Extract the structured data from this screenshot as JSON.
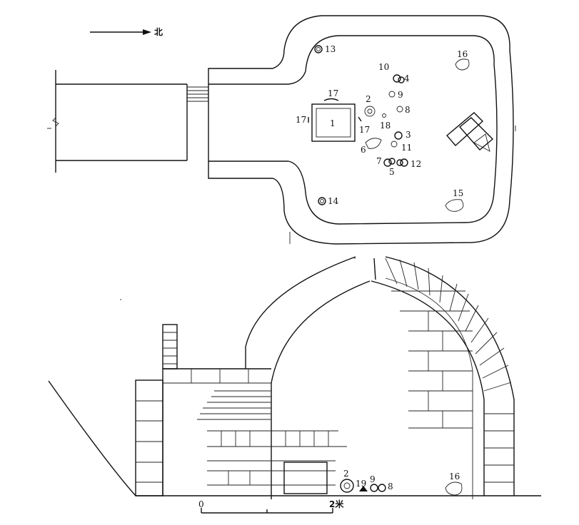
{
  "plan": {
    "north_label": "北",
    "artifact_labels": [
      "1",
      "2",
      "3",
      "4",
      "5",
      "6",
      "7",
      "8",
      "9",
      "10",
      "11",
      "12",
      "13",
      "14",
      "15",
      "16",
      "17",
      "17",
      "17",
      "18"
    ]
  },
  "section": {
    "artifact_labels": [
      "2",
      "19",
      "9",
      "8",
      "16"
    ]
  },
  "scale": {
    "start_label": "0",
    "end_label": "2米"
  }
}
